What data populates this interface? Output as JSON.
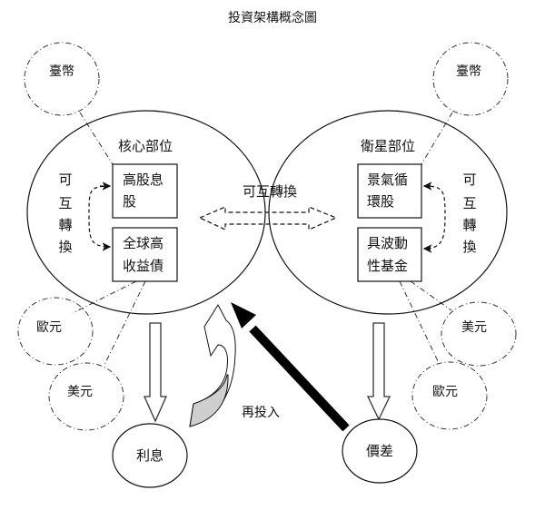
{
  "title": "投資架構概念圖",
  "core": {
    "label": "核心部位",
    "boxes": [
      {
        "lines": [
          "高股息",
          "股"
        ]
      },
      {
        "lines": [
          "全球高",
          "收益債"
        ]
      }
    ],
    "swap_label_chars": [
      "可",
      "互",
      "轉",
      "換"
    ]
  },
  "satellite": {
    "label": "衛星部位",
    "boxes": [
      {
        "lines": [
          "景氣循",
          "環股"
        ]
      },
      {
        "lines": [
          "具波動",
          "性基金"
        ]
      }
    ],
    "swap_label_chars": [
      "可",
      "互",
      "轉",
      "換"
    ]
  },
  "middle_swap_label": "可互轉換",
  "currencies": {
    "core_twd": "臺幣",
    "core_eur": "歐元",
    "core_usd": "美元",
    "sat_twd": "臺幣",
    "sat_usd": "美元",
    "sat_eur": "歐元"
  },
  "outputs": {
    "interest": "利息",
    "spread": "價差"
  },
  "reinvest_label": "再投入",
  "colors": {
    "line": "#111111",
    "reinvest_fill": "#cfcfcf",
    "big_arrow": "#000000"
  }
}
